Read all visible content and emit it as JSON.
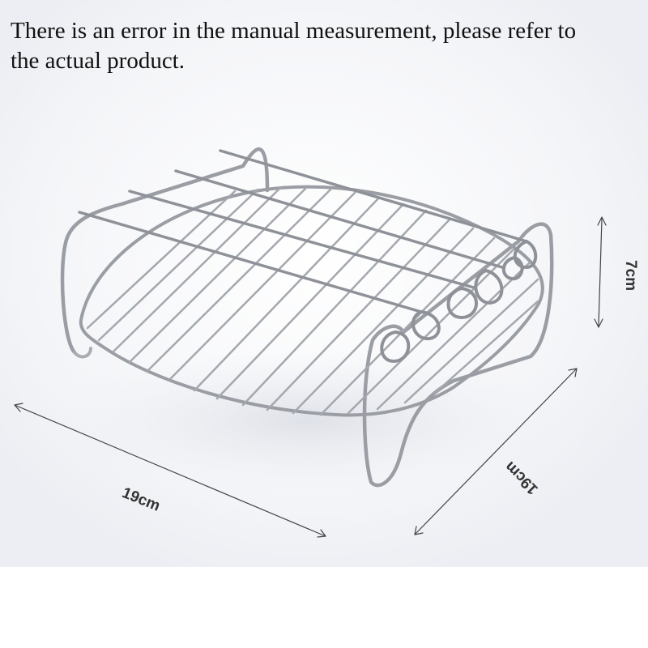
{
  "notice": "There is an error in the manual measurement, please refer to the actual product.",
  "dimensions": {
    "height_label": "7cm",
    "width_label": "19cm",
    "depth_label": "19cm"
  },
  "colors": {
    "background": "#ffffff",
    "text": "#111111",
    "steel": "#9a9ea4",
    "dimension": "#333333"
  }
}
